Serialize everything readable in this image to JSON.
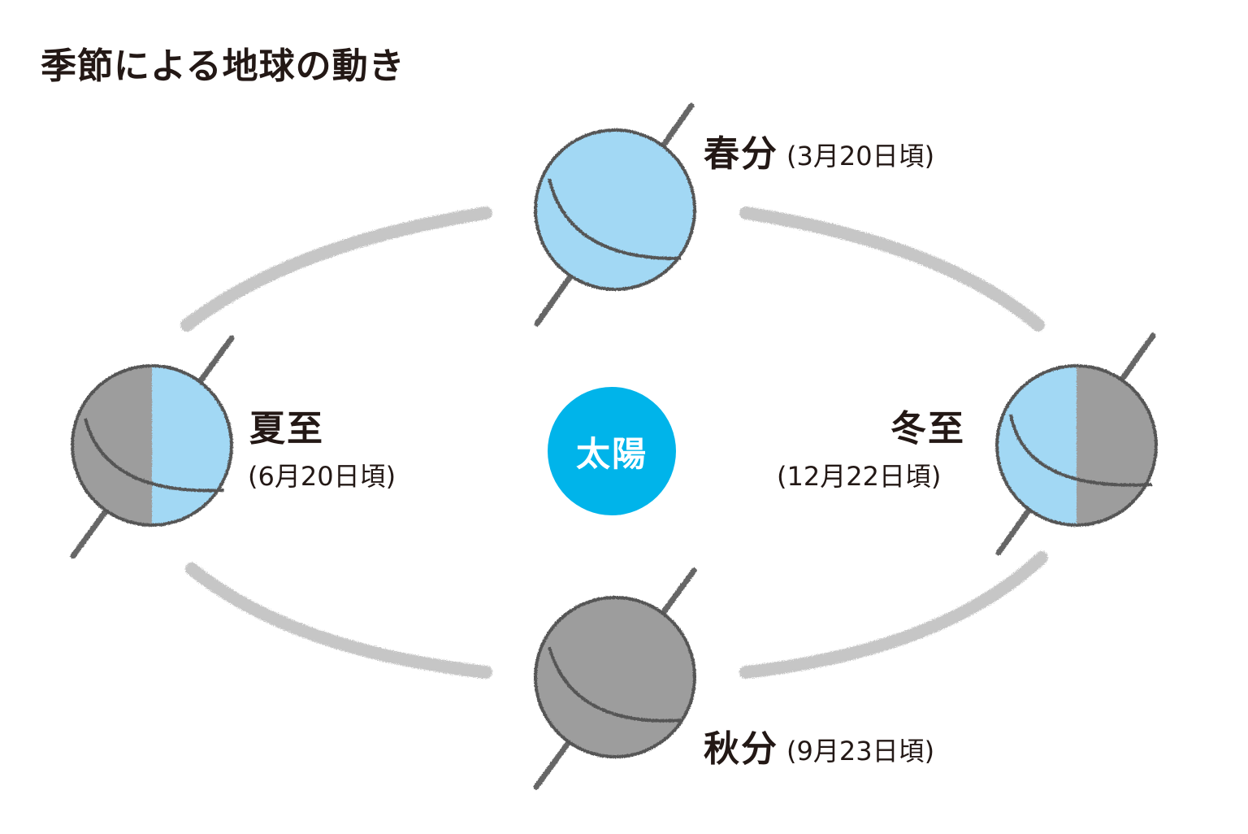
{
  "title": "季節による地球の動き",
  "sun": {
    "label": "太陽",
    "color": "#00b4ea"
  },
  "colors": {
    "day_side": "#a2d8f4",
    "night_side": "#9d9d9d",
    "orbit": "#c6c6c6",
    "outline": "#555555",
    "text": "#231815"
  },
  "positions": {
    "spring": {
      "name": "春分",
      "date": "(3月20日頃)",
      "lit": "full"
    },
    "summer": {
      "name": "夏至",
      "date": "(6月20日頃)",
      "lit": "right-half"
    },
    "autumn": {
      "name": "秋分",
      "date": "(9月23日頃)",
      "lit": "none"
    },
    "winter": {
      "name": "冬至",
      "date": "(12月22日頃)",
      "lit": "left-half"
    }
  }
}
